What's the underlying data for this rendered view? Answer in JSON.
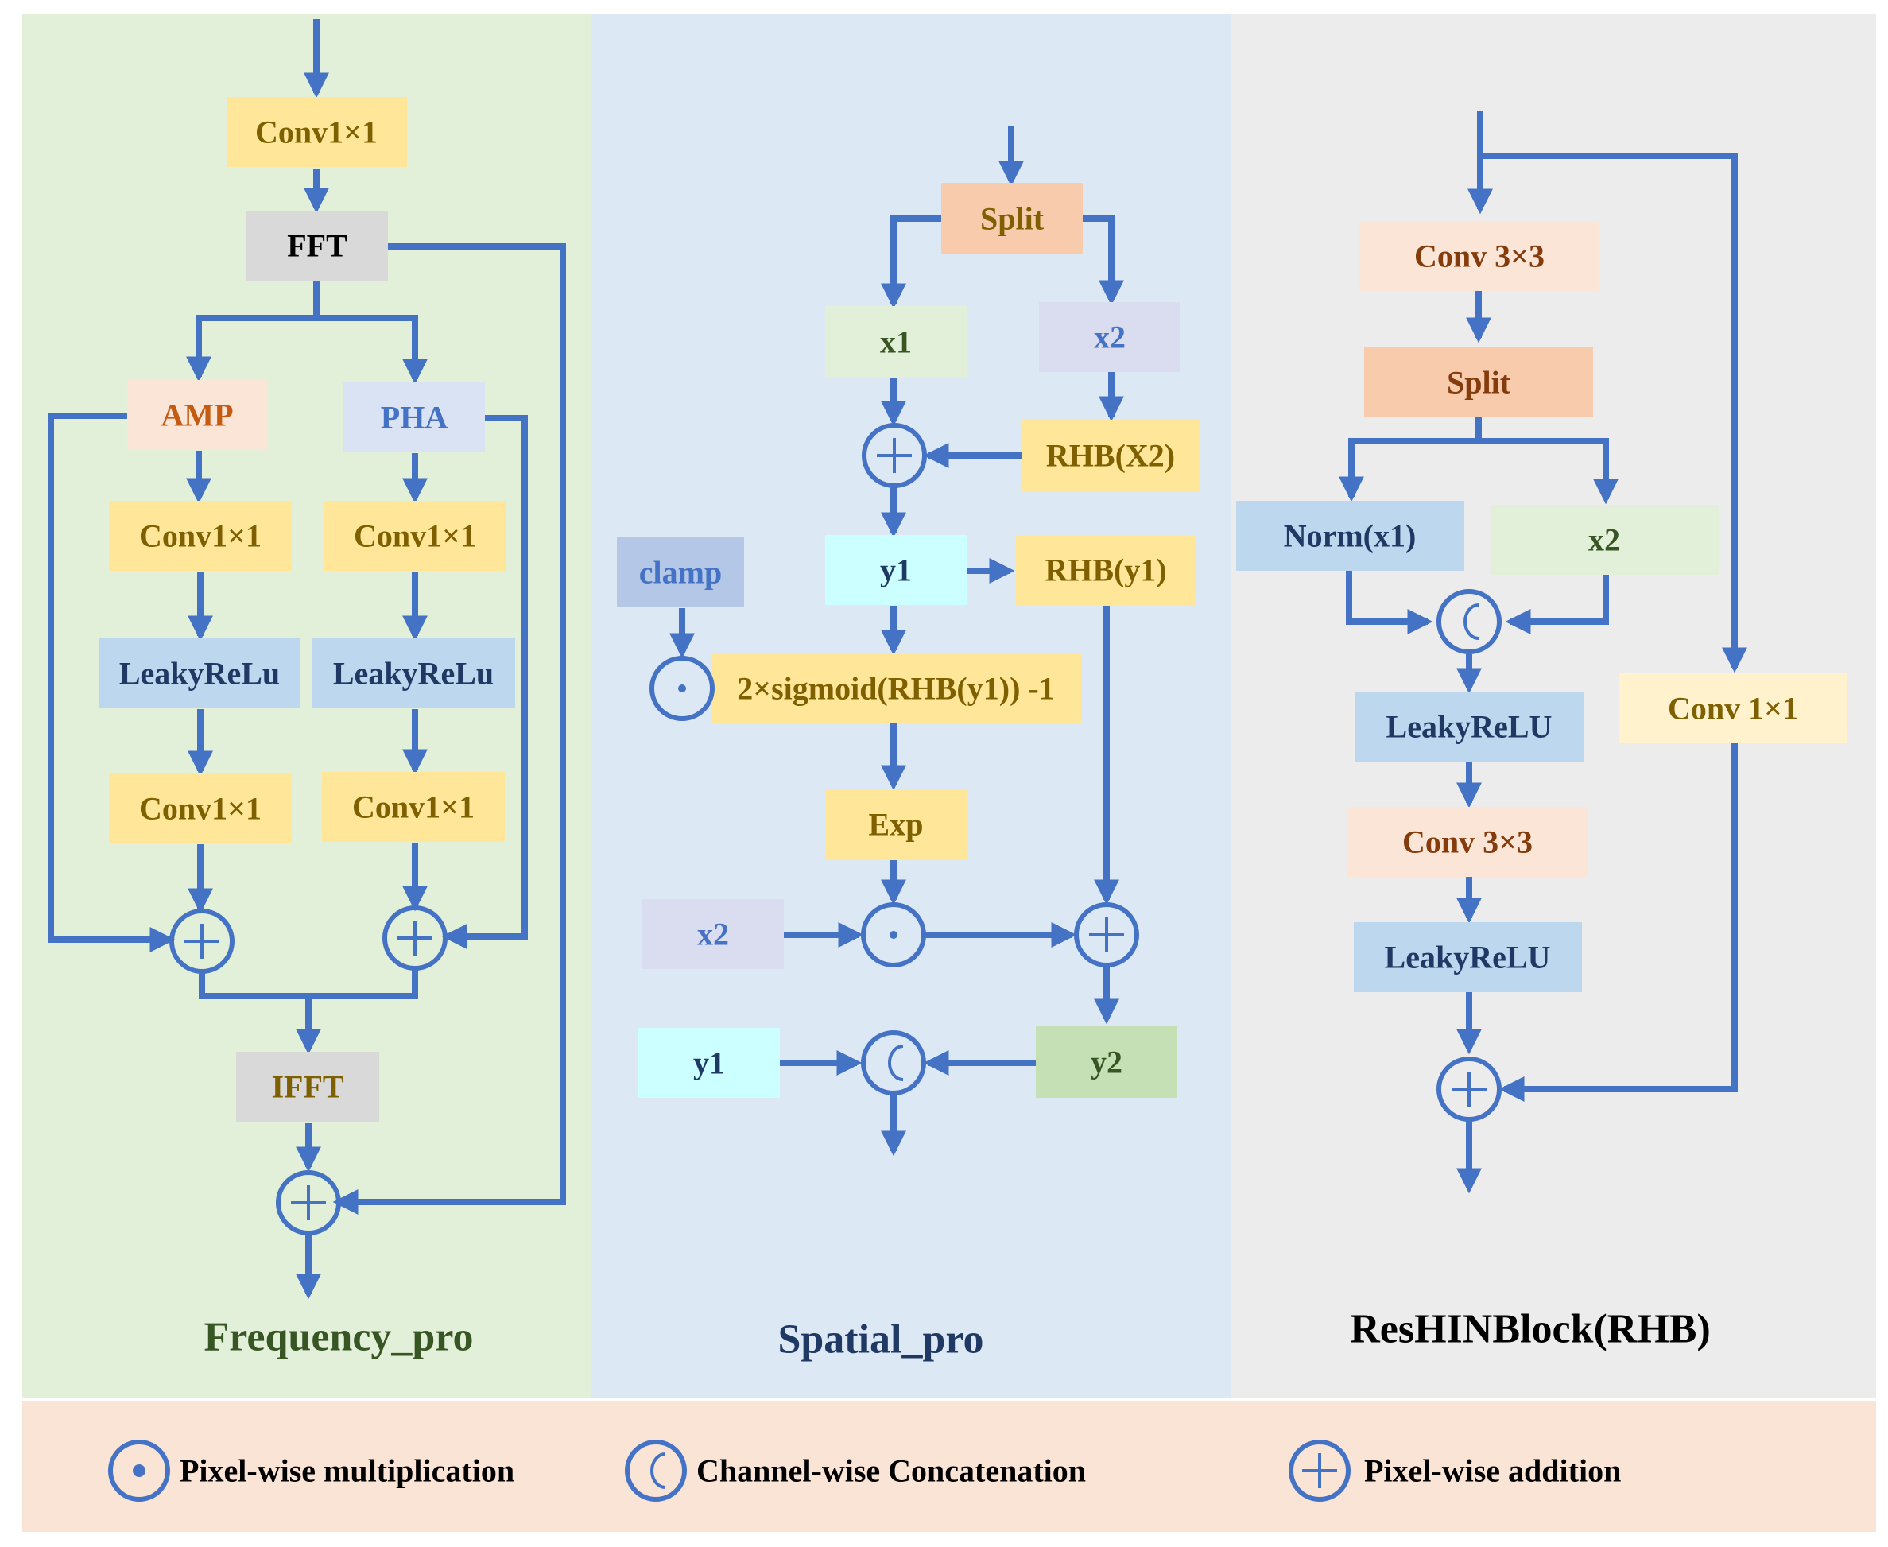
{
  "colors": {
    "bg_frequency": "#e2efd9",
    "bg_spatial": "#dde8f5",
    "bg_rhb": "#ececec",
    "bg_legend": "#f9e4d6",
    "arrow": "#4472c4",
    "yellow_box": "#ffe699",
    "gray_box": "#d9d9d9",
    "peach_box": "#f8cbad",
    "light_peach_box": "#fbe5d6",
    "light_blue_box": "#dae3f3",
    "blue_box": "#bdd7ee",
    "green_box": "#e2efd9",
    "cyan_box": "#ccffff",
    "lavender_box": "#dadcf0",
    "clamp_box": "#b4c7e7",
    "y2_box": "#c5e0b4",
    "pale_yellow_box": "#fff2cc"
  },
  "panels": {
    "frequency": {
      "title": "Frequency_pro"
    },
    "spatial": {
      "title": "Spatial_pro"
    },
    "rhb": {
      "title": "ResHINBlock(RHB)"
    }
  },
  "frequency": {
    "conv_in": "Conv1×1",
    "fft": "FFT",
    "amp": "AMP",
    "pha": "PHA",
    "amp_conv1": "Conv1×1",
    "pha_conv1": "Conv1×1",
    "amp_relu": "LeakyReLu",
    "pha_relu": "LeakyReLu",
    "amp_conv2": "Conv1×1",
    "pha_conv2": "Conv1×1",
    "ifft": "IFFT"
  },
  "spatial": {
    "split": "Split",
    "x1": "x1",
    "x2": "x2",
    "rhb_x2": "RHB(X2)",
    "y1": "y1",
    "rhb_y1": "RHB(y1)",
    "clamp": "clamp",
    "sigmoid": "2×sigmoid(RHB(y1)) -1",
    "exp": "Exp",
    "x2_low": "x2",
    "y1_low": "y1",
    "y2": "y2"
  },
  "rhb": {
    "conv_a": "Conv 3×3",
    "split": "Split",
    "norm": "Norm(x1)",
    "x2": "x2",
    "relu_a": "LeakyReLU",
    "conv_b": "Conv 3×3",
    "relu_b": "LeakyReLU",
    "conv_skip": "Conv 1×1"
  },
  "legend": {
    "mult": "Pixel-wise multiplication",
    "concat": "Channel-wise Concatenation",
    "add": "Pixel-wise addition"
  }
}
